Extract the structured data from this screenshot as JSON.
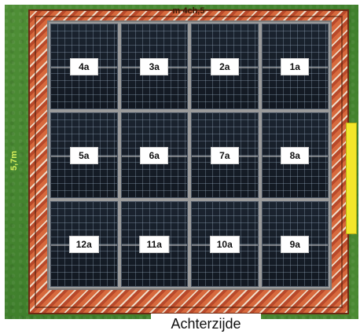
{
  "roof": {
    "top_label": "m 4ch,5",
    "left_label": "5,7m",
    "bottom_label": "Achterzijde"
  },
  "panels": [
    {
      "label": "4a"
    },
    {
      "label": "3a"
    },
    {
      "label": "2a"
    },
    {
      "label": "1a"
    },
    {
      "label": "5a"
    },
    {
      "label": "6a"
    },
    {
      "label": "7a"
    },
    {
      "label": "8a"
    },
    {
      "label": "12a"
    },
    {
      "label": "11a"
    },
    {
      "label": "10a"
    },
    {
      "label": "9a"
    }
  ]
}
